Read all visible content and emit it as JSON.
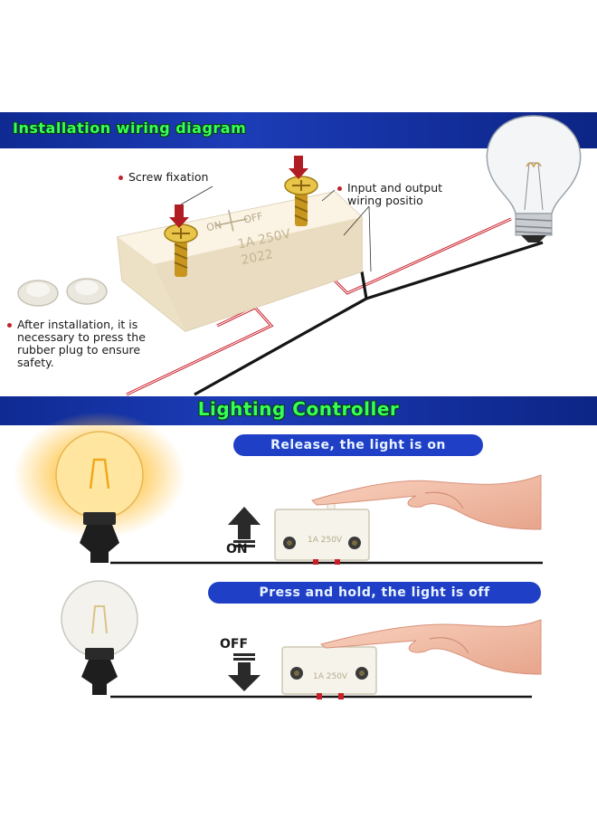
{
  "diagram": {
    "top_banner_title": "Installation wiring diagram",
    "callouts": {
      "screw_fixation": "Screw fixation",
      "wiring_position_line1": "Input and output",
      "wiring_position_line2": "wiring positio",
      "after_install_line1": "After installation, it is",
      "after_install_line2": "necessary to press the",
      "after_install_line3": "rubber plug to ensure",
      "after_install_line4": "safety."
    },
    "switch_markings": {
      "on_label": "ON",
      "off_label": "OFF",
      "rating": "1A 250V",
      "code": "2022"
    },
    "mid_banner_title": "Lighting Controller",
    "release_caption": "Release, the light is on",
    "press_caption": "Press and hold, the light is off",
    "on_state_label": "ON",
    "off_state_label": "OFF",
    "colors": {
      "banner_blue": "#1c3db8",
      "banner_text_green": "#37ff5a",
      "pill_blue": "#1f3fc7",
      "wire_red": "#c81e28",
      "wire_black": "#151515",
      "warm_glow": "#ffc64a"
    }
  }
}
